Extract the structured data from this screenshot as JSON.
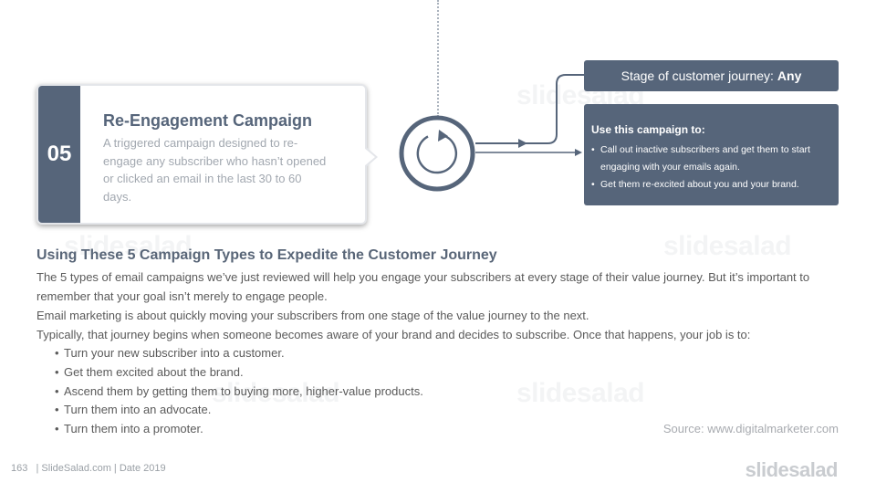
{
  "card": {
    "number": "05",
    "title": "Re-Engagement Campaign",
    "description": "A triggered campaign designed to re-engage any subscriber who hasn’t opened or clicked an email in the last 30 to 60 days."
  },
  "stage_box": {
    "label": "Stage of customer journey:",
    "value": "Any"
  },
  "use_box": {
    "title": "Use this campaign to:",
    "items": [
      "Call out inactive subscribers and get them to start engaging with your emails again.",
      "Get them re-excited about you and your brand."
    ]
  },
  "section": {
    "heading": "Using These 5 Campaign Types to Expedite the Customer Journey",
    "paragraph1_line1": "The 5 types of email campaigns we’ve just reviewed will help you engage your subscribers at every stage of their value journey. But it’s important to",
    "paragraph1_line2": "remember that your goal isn’t merely to engage people.",
    "paragraph2": "Email marketing is about quickly moving your subscribers from one stage of the value journey to the next.",
    "paragraph3": "Typically, that journey begins when someone becomes aware of your brand and decides to subscribe. Once that happens, your job is to:",
    "bullets": [
      "Turn your new subscriber into a customer.",
      "Get them excited about the brand.",
      "Ascend them by getting them to buying more, higher-value products.",
      "Turn them into an advocate.",
      "Turn them into a promoter."
    ]
  },
  "source": "Source: www.digitalmarketer.com",
  "footer": {
    "text": "163   | SlideSalad.com | Date 2019",
    "logo": "slidesalad"
  },
  "watermark": "slidesalad",
  "colors": {
    "accent": "#56657a",
    "muted_text": "#a2a8b0"
  },
  "icons": {
    "cycle": "refresh-cycle-icon"
  }
}
